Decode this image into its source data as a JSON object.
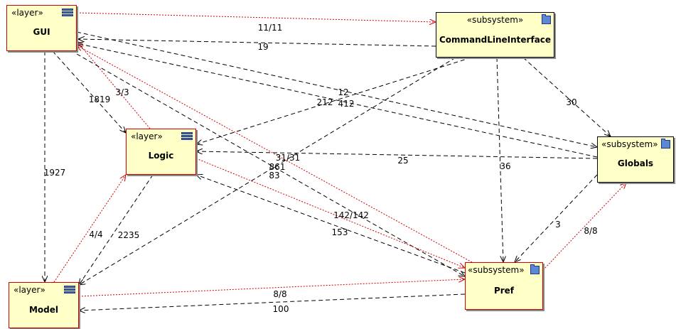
{
  "nodes": {
    "gui": {
      "stereotype": "«layer»",
      "name": "GUI"
    },
    "logic": {
      "stereotype": "«layer»",
      "name": "Logic"
    },
    "model": {
      "stereotype": "«layer»",
      "name": "Model"
    },
    "cli": {
      "stereotype": "«subsystem»",
      "name": "CommandLineInterface"
    },
    "globals": {
      "stereotype": "«subsystem»",
      "name": "Globals"
    },
    "pref": {
      "stereotype": "«subsystem»",
      "name": "Pref"
    }
  },
  "colors": {
    "node_fill": "#ffffc8",
    "red_edge": "#d20000",
    "black_edge": "#000000"
  },
  "edges": [
    {
      "id": "gui-cli",
      "from": "GUI",
      "to": "CommandLineInterface",
      "label": "11/11",
      "style": "red"
    },
    {
      "id": "cli-gui",
      "from": "CommandLineInterface",
      "to": "GUI",
      "label": "19",
      "style": "black"
    },
    {
      "id": "gui-logic",
      "from": "GUI",
      "to": "Logic",
      "label": "1819",
      "style": "black"
    },
    {
      "id": "logic-gui",
      "from": "Logic",
      "to": "GUI",
      "label": "3/3",
      "style": "red"
    },
    {
      "id": "gui-model",
      "from": "GUI",
      "to": "Model",
      "label": "1927",
      "style": "black"
    },
    {
      "id": "gui-globals",
      "from": "GUI",
      "to": "Globals",
      "label": "12",
      "style": "black"
    },
    {
      "id": "globals-gui",
      "from": "Globals",
      "to": "GUI",
      "label": "412",
      "style": "black"
    },
    {
      "id": "cli-logic",
      "from": "CommandLineInterface",
      "to": "Logic",
      "label": "212",
      "style": "black"
    },
    {
      "id": "cli-model",
      "from": "CommandLineInterface",
      "to": "Model",
      "label": "83",
      "style": "black"
    },
    {
      "id": "cli-globals",
      "from": "CommandLineInterface",
      "to": "Globals",
      "label": "30",
      "style": "black"
    },
    {
      "id": "cli-pref",
      "from": "CommandLineInterface",
      "to": "Pref",
      "label": "36",
      "style": "black"
    },
    {
      "id": "gui-pref",
      "from": "GUI",
      "to": "Pref",
      "label": "861",
      "style": "black"
    },
    {
      "id": "pref-gui",
      "from": "Pref",
      "to": "GUI",
      "label": "31/31",
      "style": "red"
    },
    {
      "id": "globals-logic",
      "from": "Globals",
      "to": "Logic",
      "label": "25",
      "style": "black"
    },
    {
      "id": "logic-pref",
      "from": "Logic",
      "to": "Pref",
      "label": "142/142",
      "style": "red"
    },
    {
      "id": "pref-logic",
      "from": "Pref",
      "to": "Logic",
      "label": "153",
      "style": "black"
    },
    {
      "id": "logic-model",
      "from": "Logic",
      "to": "Model",
      "label": "2235",
      "style": "black"
    },
    {
      "id": "model-logic",
      "from": "Model",
      "to": "Logic",
      "label": "4/4",
      "style": "red"
    },
    {
      "id": "globals-pref",
      "from": "Globals",
      "to": "Pref",
      "label": "3",
      "style": "black"
    },
    {
      "id": "pref-globals",
      "from": "Pref",
      "to": "Globals",
      "label": "8/8",
      "style": "red"
    },
    {
      "id": "model-pref",
      "from": "Model",
      "to": "Pref",
      "label": "8/8",
      "style": "red"
    },
    {
      "id": "pref-model",
      "from": "Pref",
      "to": "Model",
      "label": "100",
      "style": "black"
    }
  ]
}
